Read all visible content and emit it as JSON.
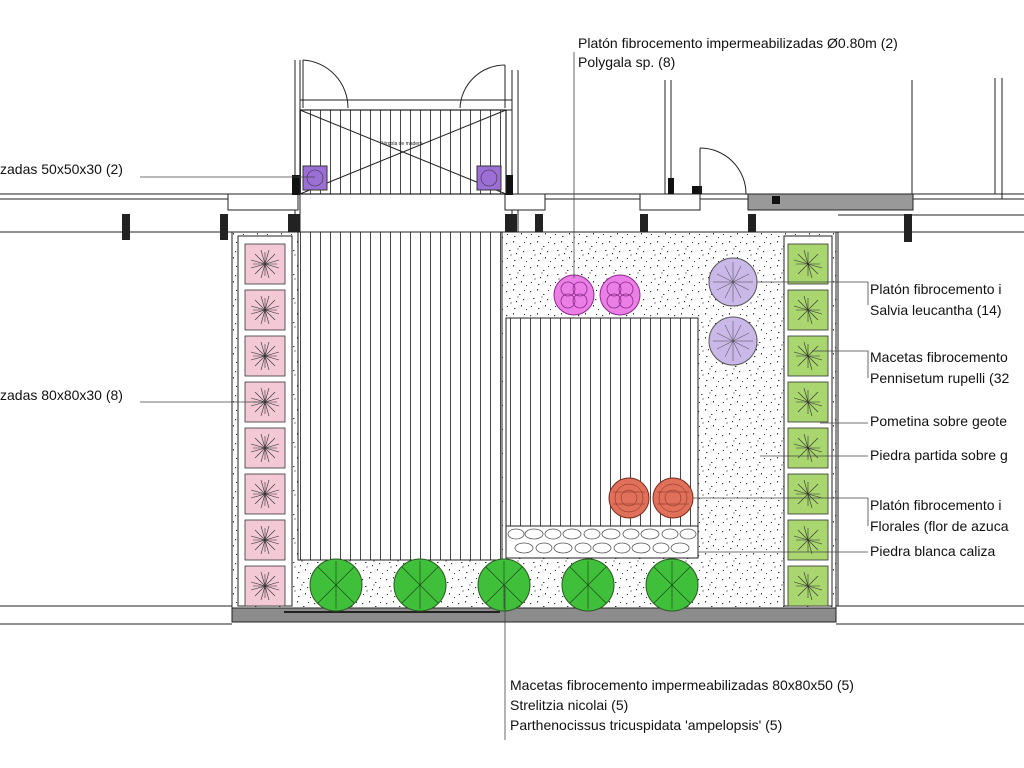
{
  "labels": {
    "top_line1": "Platón fibrocemento impermeabilizadas Ø0.80m (2)",
    "top_line2": "Polygala sp. (8)",
    "left_top": "zadas 50x50x30 (2)",
    "left_mid": "zadas 80x80x30 (8)",
    "right1_line1": "Platón fibrocemento i",
    "right1_line2": "Salvia leucantha (14)",
    "right2_line1": "Macetas fibrocemento",
    "right2_line2": "Pennisetum rupelli (32",
    "right3": "Pometina sobre geote",
    "right4": "Piedra partida sobre g",
    "right5_line1": "Platón fibrocemento i",
    "right5_line2": "Florales (flor de azuca",
    "right6": "Piedra blanca caliza",
    "bottom_line1": "Macetas fibrocemento impermeabilizadas 80x80x50 (5)",
    "bottom_line2": "Strelitzia nicolai (5)",
    "bottom_line3": "Parthenocissus tricuspidata 'ampelopsis' (5)",
    "pergola_text": "Pérgola de madera"
  },
  "colors": {
    "pink_pot": "#f3c9d6",
    "green_pot": "#a9d66e",
    "magenta": "#ec7ee8",
    "lavender": "#c9b8e8",
    "terracotta": "#e0705a",
    "tree_green": "#3fbf3a",
    "purple_pot": "#9b6fd6"
  }
}
